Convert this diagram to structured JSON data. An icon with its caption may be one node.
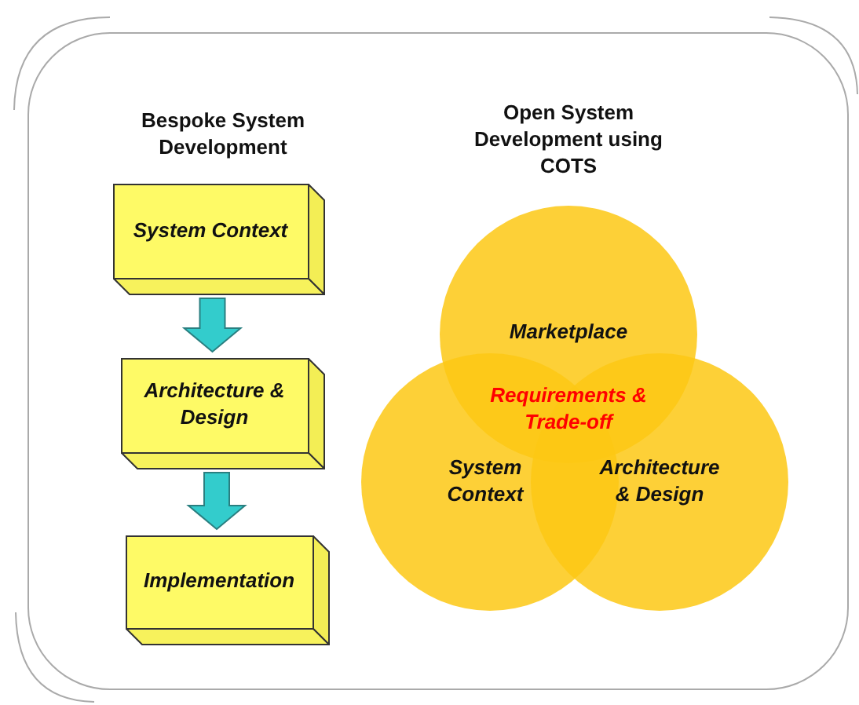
{
  "diagram": {
    "nodes": [
      {
        "text": [
          "System Context"
        ]
      },
      {
        "text": [
          "Architecture & Design"
        ]
      },
      {
        "text": [
          "Implementation"
        ]
      },
      {
        "text": [
          "Marketplace"
        ]
      },
      {
        "text": [
          "System Context"
        ]
      },
      {
        "text": [
          "Architecture & Design"
        ]
      }
    ],
    "edges": [
      {
        "from": 0,
        "to": 1,
        "arrow": "to"
      },
      {
        "from": 1,
        "to": 2,
        "arrow": "to"
      }
    ],
    "labels": [
      "Bespoke System Development",
      "Open System Development using COTS",
      "Requirements & Trade-off"
    ]
  }
}
